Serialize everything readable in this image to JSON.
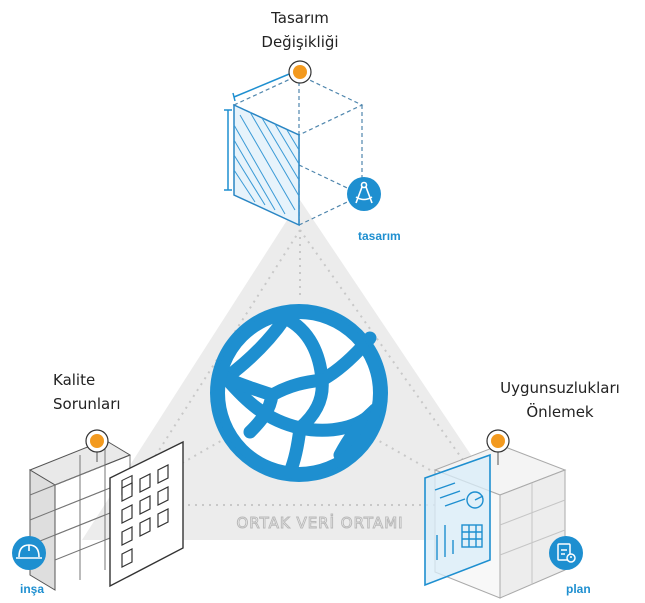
{
  "colors": {
    "accent_blue": "#1e8fd0",
    "marker_orange": "#f39a1f",
    "triangle_fill": "#ececec",
    "line_gray": "#cfcfcf",
    "text_dark": "#222222"
  },
  "top": {
    "caption_line1": "Tasarım",
    "caption_line2": "Değişikliği",
    "tag": "tasarım",
    "icon": "drafting-compass-icon"
  },
  "left": {
    "caption_line1": "Kalite",
    "caption_line2": "Sorunları",
    "tag": "inşa",
    "icon": "hard-hat-icon"
  },
  "right": {
    "caption_line1": "Uygunsuzlukları",
    "caption_line2": "Önlemek",
    "tag": "plan",
    "icon": "clipboard-clock-icon"
  },
  "center": {
    "label": "ORTAK VERİ ORTAMI",
    "icon": "network-globe-icon"
  }
}
